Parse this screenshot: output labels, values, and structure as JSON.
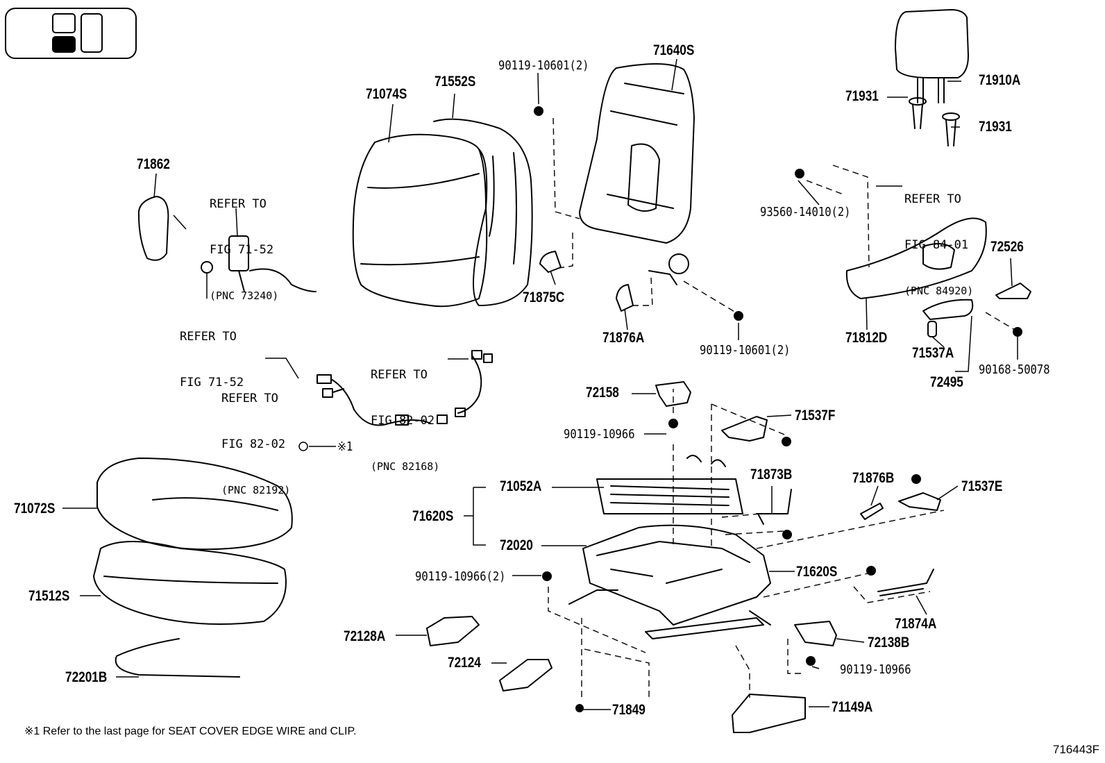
{
  "labels": {
    "p71074S": "71074S",
    "p71552S": "71552S",
    "p90119_10601_top": "90119-10601(2)",
    "p71640S": "71640S",
    "p71910A": "71910A",
    "p71931_a": "71931",
    "p71931_b": "71931",
    "p71862": "71862",
    "p93560_14010": "93560-14010(2)",
    "p72526": "72526",
    "p71875C": "71875C",
    "p71876A": "71876A",
    "p90119_10601_bot": "90119-10601(2)",
    "p71812D": "71812D",
    "p71537A": "71537A",
    "p72495": "72495",
    "p90168_50078": "90168-50078",
    "p72158": "72158",
    "p71537F": "71537F",
    "p90119_10966_a": "90119-10966",
    "p71873B": "71873B",
    "p71876B": "71876B",
    "p71537E": "71537E",
    "p71052A": "71052A",
    "p71620S_a": "71620S",
    "p72020": "72020",
    "p71072S": "71072S",
    "p90119_10966_2": "90119-10966(2)",
    "p71620S_b": "71620S",
    "p71512S": "71512S",
    "p71874A": "71874A",
    "p72128A": "72128A",
    "p72138B": "72138B",
    "p72124": "72124",
    "p90119_10966_b": "90119-10966",
    "p72201B": "72201B",
    "p71849": "71849",
    "p71149A": "71149A",
    "ref1_marker": "※1"
  },
  "refers": {
    "r1": {
      "l1": "REFER TO",
      "l2": "FIG 71-52",
      "l3": "(PNC 73240)"
    },
    "r2": {
      "l1": "REFER TO",
      "l2": "FIG 71-52"
    },
    "r3": {
      "l1": "REFER TO",
      "l2": "FIG 84-01",
      "l3": "(PNC 84920)"
    },
    "r4": {
      "l1": "REFER TO",
      "l2": "FIG 82-02",
      "l3": "(PNC 82168)"
    },
    "r5": {
      "l1": "REFER TO",
      "l2": "FIG 82-02",
      "l3": "(PNC 82192)"
    }
  },
  "footnote": "※1  Refer to the last page for SEAT COVER EDGE WIRE and CLIP.",
  "figure_id": "716443F"
}
